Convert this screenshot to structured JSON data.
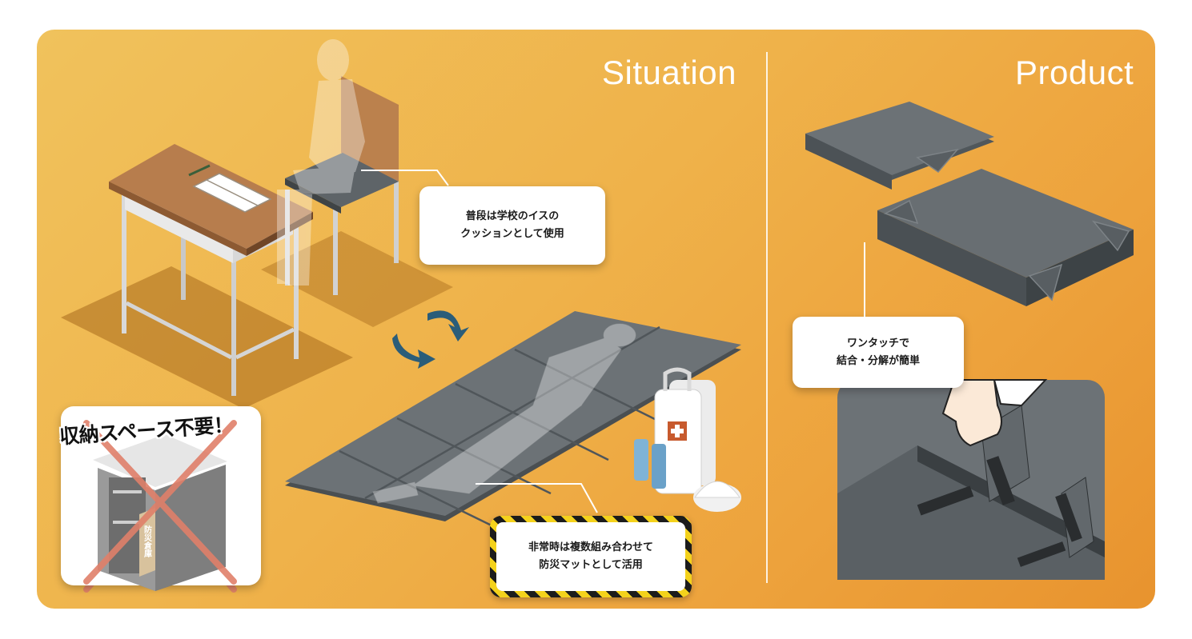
{
  "headings": {
    "situation": "Situation",
    "product": "Product"
  },
  "callouts": {
    "chair_cushion": [
      "普段は学校のイスの",
      "クッションとして使用"
    ],
    "disaster_mat": [
      "非常時は複数組み合わせて",
      "防災マットとして活用"
    ],
    "one_touch": [
      "ワンタッチで",
      "結合・分解が簡単"
    ]
  },
  "storage": {
    "title": "収納スペース不要！",
    "cabinet_label": "防災倉庫"
  },
  "colors": {
    "panel_orange": "#efb24a",
    "mat_gray": "#6c7276",
    "desk_brown": "#b77d4d",
    "cross_red": "#e0806a",
    "arrow_teal": "#2b5d79"
  }
}
